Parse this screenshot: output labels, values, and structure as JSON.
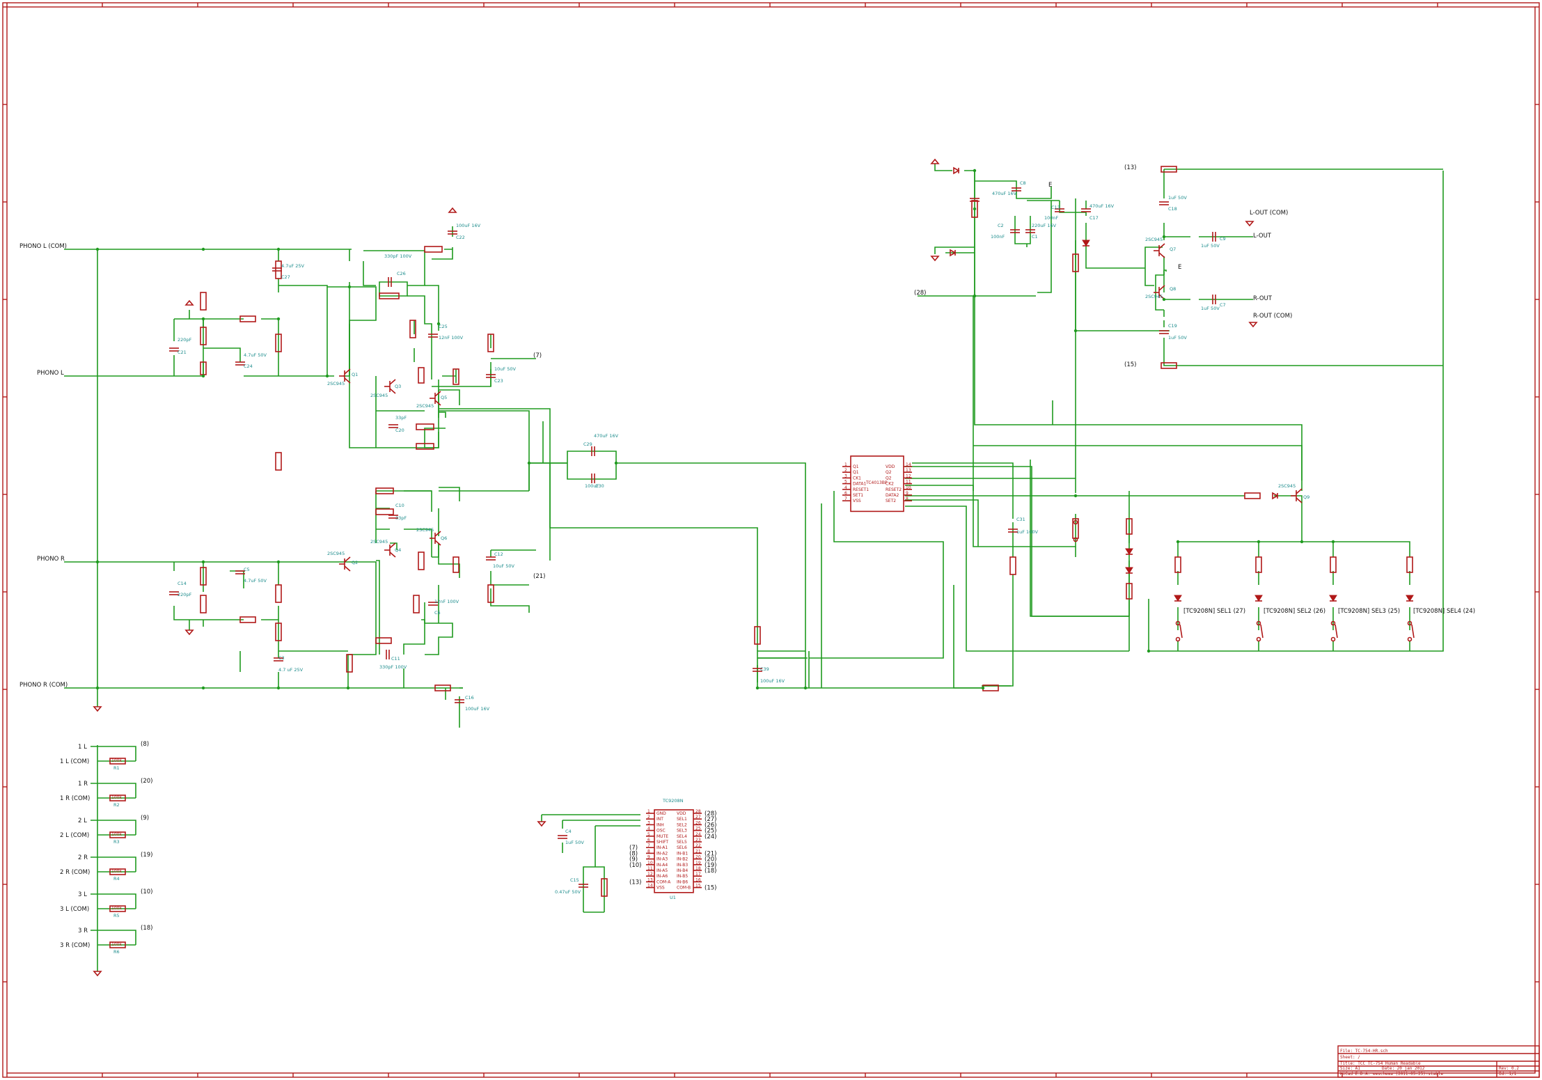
{
  "nets": {
    "phono_l_com": "PHONO L (COM)",
    "phono_l": "PHONO L",
    "phono_r": "PHONO R",
    "phono_r_com": "PHONO R (COM)",
    "l_out_com": "L-OUT (COM)",
    "l_out": "L-OUT",
    "r_out": "R-OUT",
    "r_out_com": "R-OUT (COM)",
    "e1": "E",
    "e2": "E",
    "n7": "(7)",
    "n21": "(21)",
    "n28": "(28)",
    "n13": "(13)",
    "n15": "(15)"
  },
  "inputs": [
    {
      "label": "1 L",
      "com": "1 L (COM)",
      "tag": "(8)",
      "res": "R1"
    },
    {
      "label": "1 R",
      "com": "1 R (COM)",
      "tag": "(20)",
      "res": "R2"
    },
    {
      "label": "2 L",
      "com": "2 L (COM)",
      "tag": "(9)",
      "res": "R3"
    },
    {
      "label": "2 R",
      "com": "2 R (COM)",
      "tag": "(19)",
      "res": "R4"
    },
    {
      "label": "3 L",
      "com": "3 L (COM)",
      "tag": "(10)",
      "res": "R5"
    },
    {
      "label": "3 R",
      "com": "3 R (COM)",
      "tag": "(18)",
      "res": "R6"
    }
  ],
  "input_res_value": "100k",
  "selectors": [
    {
      "label": "[TC9208N] SEL1 (27)"
    },
    {
      "label": "[TC9208N] SEL2 (26)"
    },
    {
      "label": "[TC9208N] SEL3 (25)"
    },
    {
      "label": "[TC9208N] SEL4 (24)"
    }
  ],
  "transistors": [
    {
      "ref": "Q1",
      "part": "2SC945"
    },
    {
      "ref": "Q3",
      "part": "2SC945"
    },
    {
      "ref": "Q5",
      "part": "2SC945"
    },
    {
      "ref": "Q2",
      "part": "2SC945"
    },
    {
      "ref": "Q4",
      "part": "2SC945"
    },
    {
      "ref": "Q6",
      "part": "2SC945"
    },
    {
      "ref": "Q7",
      "part": "2SC945"
    },
    {
      "ref": "Q8",
      "part": "2SC945"
    },
    {
      "ref": "Q9",
      "part": "2SC945"
    }
  ],
  "caps": [
    {
      "ref": "C27",
      "val": "4.7uF 25V"
    },
    {
      "ref": "C21",
      "val": "220pF"
    },
    {
      "ref": "C24",
      "val": "4.7uF 50V"
    },
    {
      "ref": "C22",
      "val": "100uF 16V"
    },
    {
      "ref": "C26",
      "val": "330pF 100V"
    },
    {
      "ref": "C25",
      "val": "12nF 100V"
    },
    {
      "ref": "C20",
      "val": "33pF"
    },
    {
      "ref": "C23",
      "val": "10uF 50V"
    },
    {
      "ref": "C29",
      "val": "470uF 16V"
    },
    {
      "ref": "C30",
      "val": "100uF"
    },
    {
      "ref": "C10",
      "val": "33pF"
    },
    {
      "ref": "C12",
      "val": "10uF 50V"
    },
    {
      "ref": "C5",
      "val": "4.7uF 50V"
    },
    {
      "ref": "C14",
      "val": "220pF"
    },
    {
      "ref": "C6",
      "val": "12nF 100V"
    },
    {
      "ref": "C3",
      "val": "4.7 uF 25V"
    },
    {
      "ref": "C11",
      "val": "330pF 100V"
    },
    {
      "ref": "C16",
      "val": "100uF 16V"
    },
    {
      "ref": "C39",
      "val": "100uF 16V"
    },
    {
      "ref": "C31",
      "val": "1uF 100V"
    },
    {
      "ref": "C8",
      "val": "470uF 16V"
    },
    {
      "ref": "C2",
      "val": "100nF"
    },
    {
      "ref": "C1",
      "val": "220uF 16V"
    },
    {
      "ref": "C13",
      "val": "100nF"
    },
    {
      "ref": "C17",
      "val": "470uF 16V"
    },
    {
      "ref": "C18",
      "val": "1uF 50V"
    },
    {
      "ref": "C19",
      "val": "1uF 50V"
    },
    {
      "ref": "C4",
      "val": "1uF 50V"
    },
    {
      "ref": "C15",
      "val": "0.47uF 50V"
    },
    {
      "ref": "C9",
      "val": "1uF 50V"
    },
    {
      "ref": "C7",
      "val": "1uF 50V"
    }
  ],
  "ic_4013": {
    "part": "TC4013BP",
    "left_pins": [
      "Q1",
      "Q1",
      "CK1",
      "DATA1",
      "RESET1",
      "SET1",
      "VSS"
    ],
    "left_nums": [
      "1",
      "2",
      "3",
      "5",
      "4",
      "6",
      "7"
    ],
    "right_pins": [
      "VDD",
      "Q2",
      "Q2",
      "CK2",
      "RESET2",
      "DATA2",
      "SET2"
    ],
    "right_nums": [
      "14",
      "13",
      "12",
      "11",
      "10",
      "9",
      "8"
    ]
  },
  "ic_9208": {
    "title": "TC9208N",
    "ref": "U1",
    "left_pins": [
      "GND",
      "INT",
      "INH",
      "OSC",
      "MUTE",
      "SHIFT",
      "IN-A1",
      "IN-A2",
      "IN-A3",
      "IN-A4",
      "IN-A5",
      "IN-A6",
      "COM-A",
      "VSS"
    ],
    "right_pins": [
      "VDD",
      "SEL1",
      "SEL2",
      "SEL3",
      "SEL4",
      "SEL5",
      "SEL6",
      "IN-B1",
      "IN-B2",
      "IN-B3",
      "IN-B4",
      "IN-B5",
      "IN-B6",
      "COM-B"
    ],
    "left_nums": [
      "1",
      "2",
      "3",
      "4",
      "5",
      "6",
      "7",
      "8",
      "9",
      "10",
      "11",
      "12",
      "13",
      "14"
    ],
    "right_nums": [
      "28",
      "27",
      "26",
      "25",
      "24",
      "23",
      "22",
      "21",
      "20",
      "19",
      "18",
      "17",
      "16",
      "15"
    ],
    "left_tags": [
      "",
      "",
      "",
      "",
      "",
      "",
      "(7)",
      "(8)",
      "(9)",
      "(10)",
      "",
      "",
      "(13)",
      ""
    ],
    "right_tags": [
      "(28)",
      "(27)",
      "(26)",
      "(25)",
      "(24)",
      "",
      "",
      "(21)",
      "(20)",
      "(19)",
      "(18)",
      "",
      "",
      "(15)"
    ]
  },
  "title_block": {
    "file": "File: TC-754-HR.sch",
    "sheet": "Sheet: /",
    "title": "Title: TCC TC-754 Human Readable",
    "size": "Size: A1",
    "date": "Date: 20 jan 2012",
    "rev": "Rev: 0.2",
    "kicad": "KiCad E.D.A.  eeschema (2011-05-25)-stable",
    "id": "Id: 1/1"
  },
  "colors": {
    "wire": "#1e9a1e",
    "component": "#b01818",
    "label": "#1c8c8c"
  }
}
